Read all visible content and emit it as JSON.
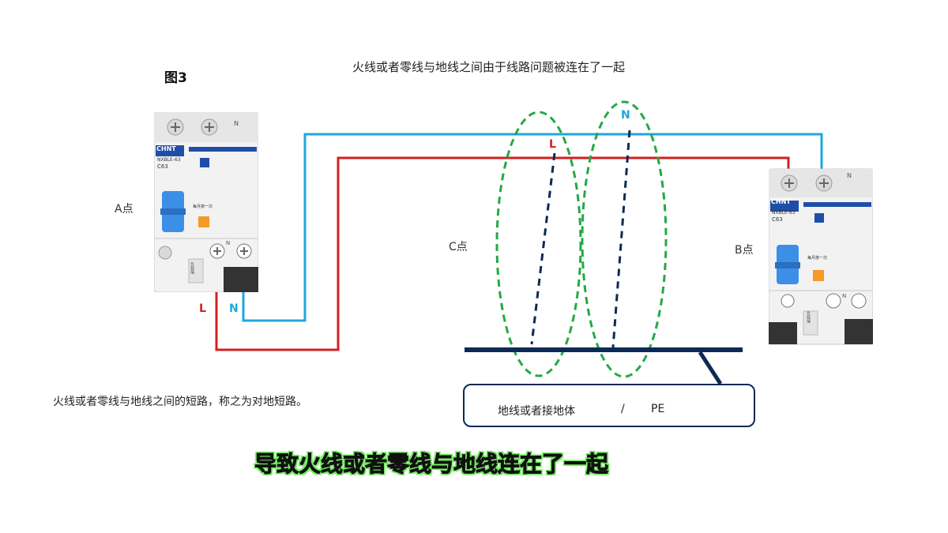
{
  "figure": {
    "title": "图3",
    "top_note": "火线或者零线与地线之间由于线路问题被连在了一起",
    "bottom_note": "火线或者零线与地线之间的短路，称之为对地短路。",
    "caption": "导致火线或者零线与地线连在了一起"
  },
  "points": {
    "a": "A点",
    "b": "B点",
    "c": "C点"
  },
  "wires": {
    "live_label": "L",
    "neutral_label": "N",
    "live_color": "#d32020",
    "neutral_color": "#1fa7dd",
    "fault_color": "#0b2a55",
    "loop_color": "#22aa44"
  },
  "ground": {
    "label": "地线或者接地体",
    "separator": "/",
    "pe": "PE",
    "bar_color": "#0b2a55"
  },
  "breaker": {
    "brand": "CHNT",
    "model": "NXBLE-63",
    "rating": "C63",
    "terminal_n": "N",
    "test_label": "每月按一次",
    "side_label": "负载端"
  }
}
